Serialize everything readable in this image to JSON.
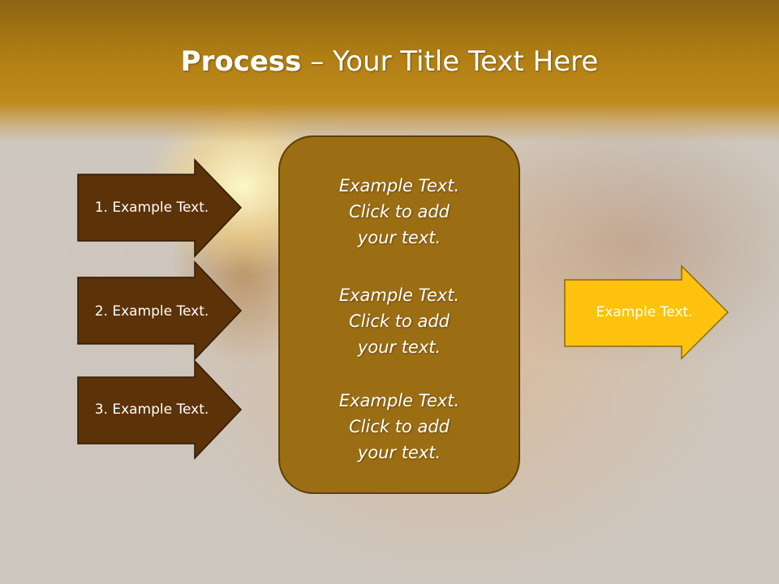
{
  "title": {
    "bold": "Process",
    "dash": " – ",
    "rest": "Your Title Text Here"
  },
  "left_arrows": [
    {
      "label": "1. Example Text."
    },
    {
      "label": "2. Example Text."
    },
    {
      "label": "3. Example Text."
    }
  ],
  "center_box": {
    "blocks": [
      {
        "line1": "Example Text.",
        "line2": "Click  to add",
        "line3": "your text."
      },
      {
        "line1": "Example Text.",
        "line2": "Click  to add",
        "line3": "your text."
      },
      {
        "line1": "Example Text.",
        "line2": "Click  to add",
        "line3": "your text."
      }
    ]
  },
  "right_arrow": {
    "label": "Example Text."
  },
  "colors": {
    "header": "#b07f14",
    "left_arrow_fill": "#5c3208",
    "center_box_fill": "#9c6e13",
    "right_arrow_fill": "#ffc20e"
  }
}
